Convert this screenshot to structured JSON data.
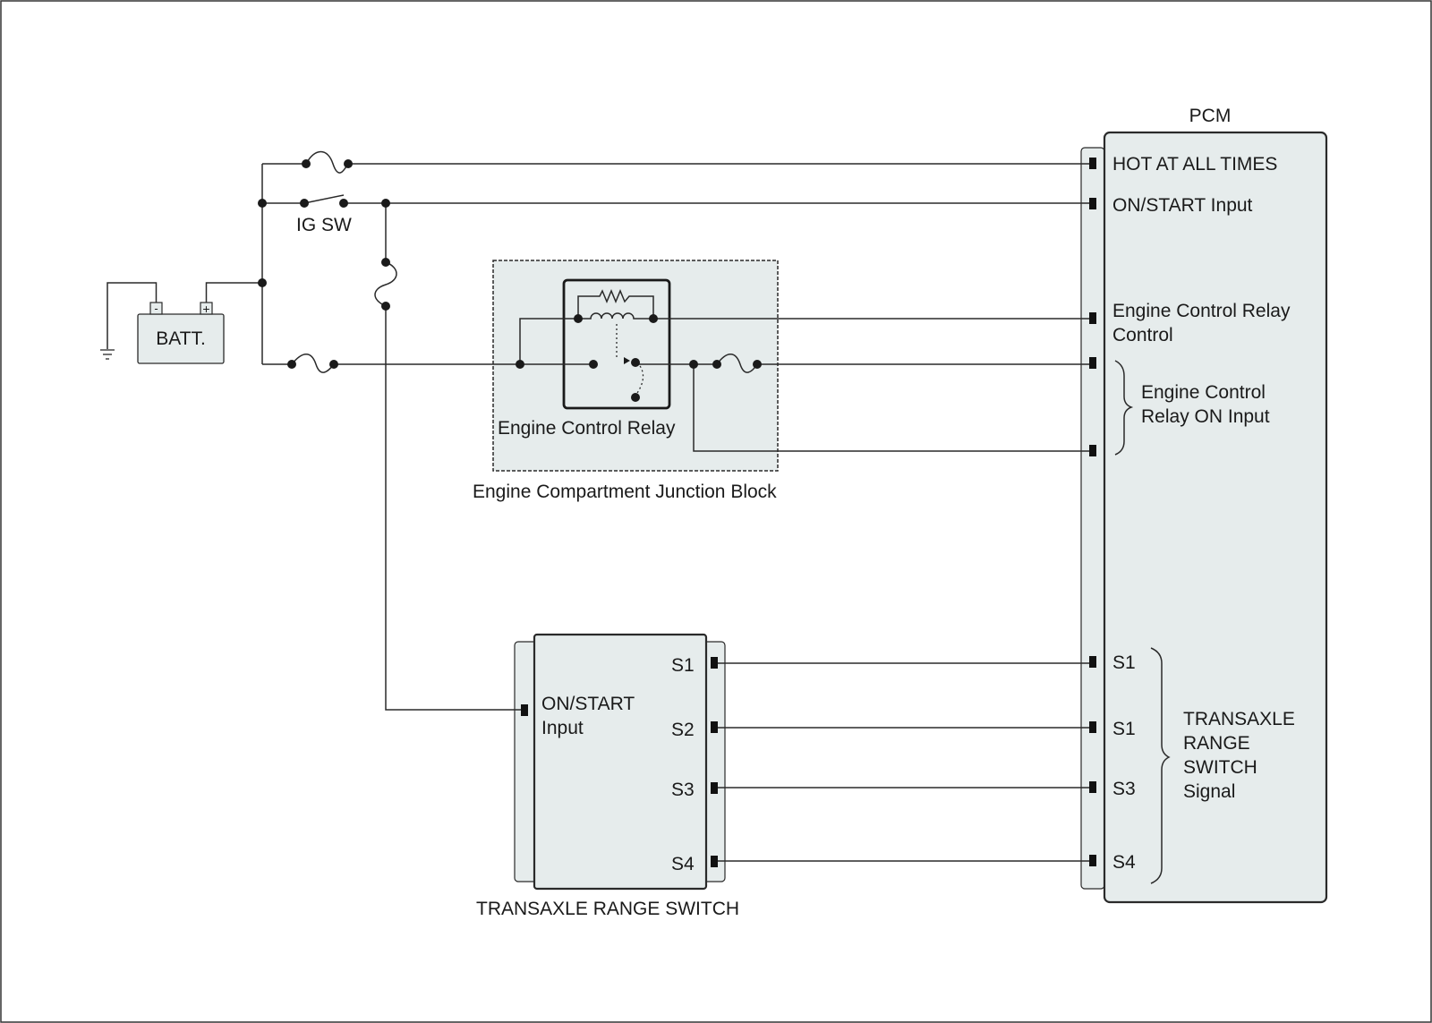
{
  "pcm": {
    "title": "PCM",
    "hot_at_all_times": "HOT AT ALL TIMES",
    "on_start_input": "ON/START Input",
    "ecr_control_l1": "Engine Control Relay",
    "ecr_control_l2": "Control",
    "ecr_on_input_l1": "Engine Control",
    "ecr_on_input_l2": "Relay ON Input",
    "pin_s1_a": "S1",
    "pin_s1_b": "S1",
    "pin_s3": "S3",
    "pin_s4": "S4",
    "trs_signal_l1": "TRANSAXLE",
    "trs_signal_l2": "RANGE",
    "trs_signal_l3": "SWITCH",
    "trs_signal_l4": "Signal"
  },
  "ignition_switch": {
    "label": "IG SW"
  },
  "battery": {
    "label": "BATT.",
    "neg": "-",
    "pos": "+"
  },
  "relay": {
    "label": "Engine Control Relay"
  },
  "junction_block": {
    "label": "Engine Compartment Junction Block"
  },
  "transaxle_range_switch": {
    "title": "TRANSAXLE RANGE SWITCH",
    "input_l1": "ON/START",
    "input_l2": "Input",
    "pin_s1": "S1",
    "pin_s2": "S2",
    "pin_s3": "S3",
    "pin_s4": "S4"
  }
}
